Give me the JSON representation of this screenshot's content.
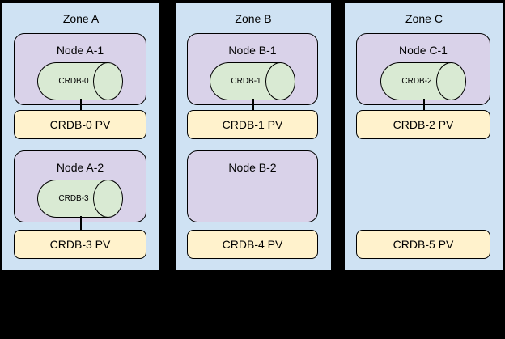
{
  "palette": {
    "background": "#000000",
    "zone_fill": "#cfe2f3",
    "node_fill": "#d9d2e9",
    "pod_fill": "#d9ead3",
    "pv_fill": "#fff2cc",
    "stroke": "#000000"
  },
  "zones": [
    {
      "title": "Zone A",
      "nodes": [
        {
          "label": "Node A-1",
          "pod": "CRDB-0"
        },
        {
          "label": "Node A-2",
          "pod": "CRDB-3"
        }
      ],
      "pvs": [
        {
          "label": "CRDB-0 PV"
        },
        {
          "label": "CRDB-3 PV"
        }
      ]
    },
    {
      "title": "Zone B",
      "nodes": [
        {
          "label": "Node B-1",
          "pod": "CRDB-1"
        },
        {
          "label": "Node B-2"
        }
      ],
      "pvs": [
        {
          "label": "CRDB-1 PV"
        },
        {
          "label": "CRDB-4 PV"
        }
      ]
    },
    {
      "title": "Zone C",
      "nodes": [
        {
          "label": "Node C-1",
          "pod": "CRDB-2"
        }
      ],
      "pvs": [
        {
          "label": "CRDB-2 PV"
        },
        {
          "label": "CRDB-5 PV"
        }
      ]
    }
  ]
}
